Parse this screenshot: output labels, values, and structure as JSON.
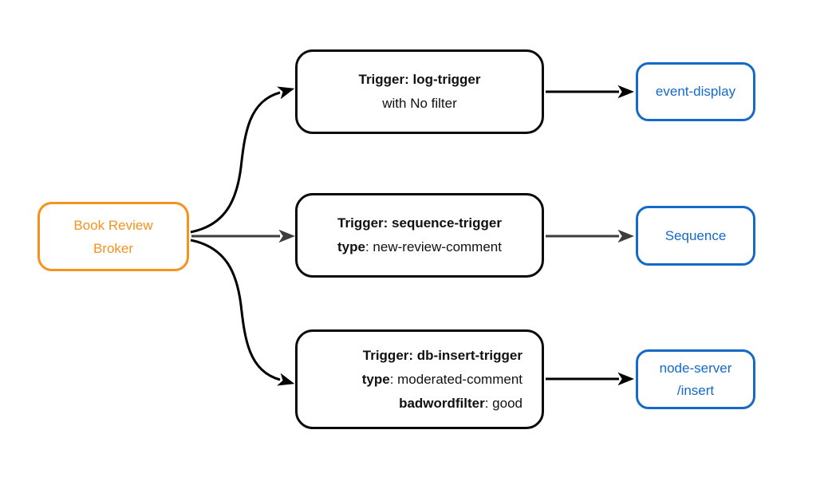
{
  "colors": {
    "broker-accent": "#F6921E",
    "sink-accent": "#1569C7",
    "edge-dark": "#000000",
    "edge-gray": "#3D3D3D",
    "node-border": "#0A0A0A",
    "text-dark": "#111111",
    "canvas-bg": "#FFFFFF"
  },
  "diagram": {
    "broker": {
      "lines": [
        "Book Review",
        "Broker"
      ]
    },
    "triggers": [
      {
        "name": "log-trigger",
        "line1_bold": "Trigger: log-trigger",
        "line2_rest": "with No filter"
      },
      {
        "name": "sequence-trigger",
        "line1_bold": "Trigger: sequence-trigger",
        "line2_bold": "type",
        "line2_rest": ": new-review-comment"
      },
      {
        "name": "db-insert-trigger",
        "line1_bold": "Trigger: db-insert-trigger",
        "line2_bold": "type",
        "line2_rest": ": moderated-comment",
        "line3_bold": "badwordfilter",
        "line3_rest": ": good"
      }
    ],
    "sinks": [
      {
        "label": "event-display"
      },
      {
        "label": "Sequence"
      },
      {
        "label": "node-server",
        "label_line2": "/insert"
      }
    ]
  }
}
